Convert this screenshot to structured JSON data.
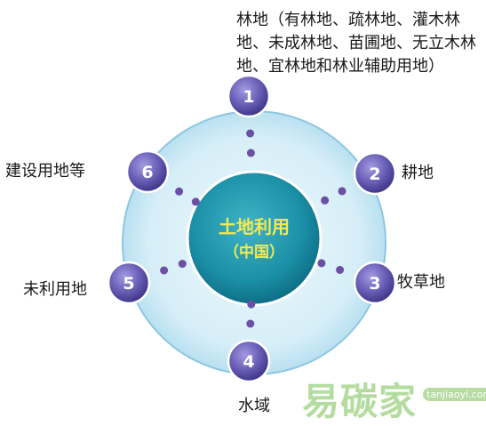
{
  "center": {
    "title": "土地利用",
    "subtitle": "（中国）"
  },
  "nodes": [
    {
      "num": "1",
      "label": "林地（有林地、疏林地、灌木林地、未成林地、苗圃地、无立木林地、宜林地和林业辅助用地）"
    },
    {
      "num": "2",
      "label": "耕地"
    },
    {
      "num": "3",
      "label": "牧草地"
    },
    {
      "num": "4",
      "label": "水域"
    },
    {
      "num": "5",
      "label": "未利用地"
    },
    {
      "num": "6",
      "label": "建设用地等"
    }
  ],
  "watermark": {
    "text": "易碳家",
    "sub": "tanjiaoyi.com"
  },
  "colors": {
    "outer_ring": "#d3ecf6",
    "outer_edge": "#7fc0de",
    "center": "#1e8fa6",
    "node": "#6b62b8",
    "dot": "#6a4fa3",
    "center_text": "#f6e94c"
  }
}
